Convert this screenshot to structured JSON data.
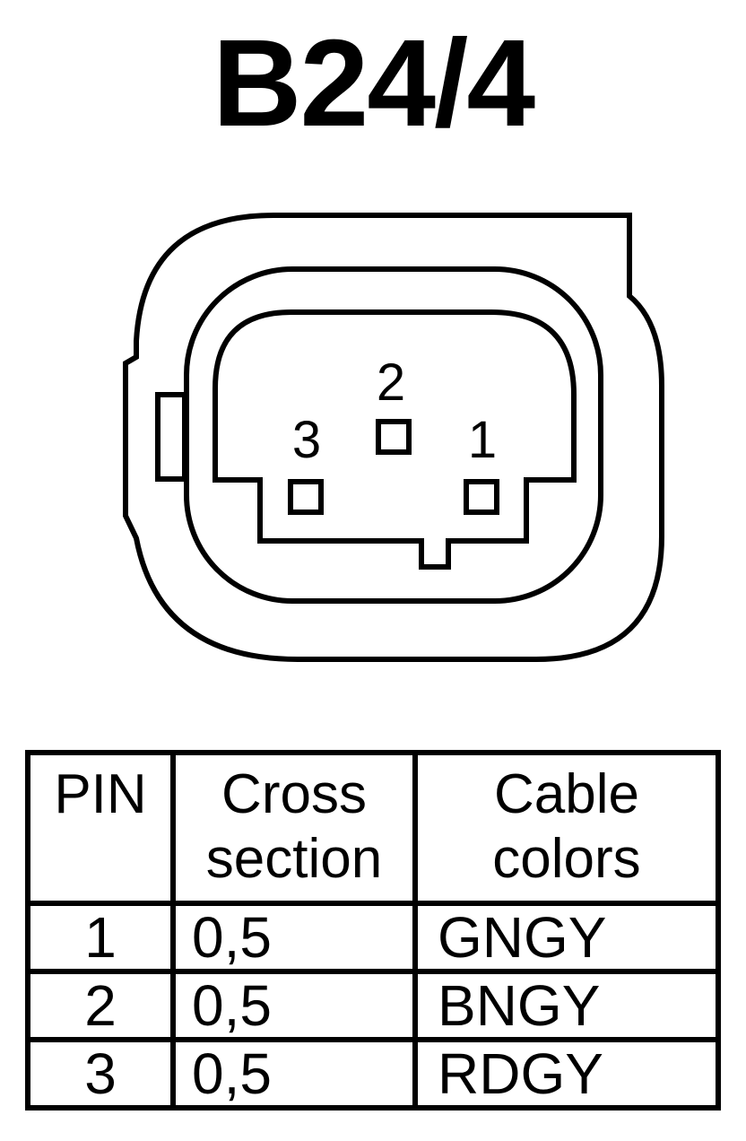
{
  "title": "B24/4",
  "connector": {
    "pins": [
      {
        "label": "1"
      },
      {
        "label": "2"
      },
      {
        "label": "3"
      }
    ]
  },
  "table": {
    "headers": {
      "pin": "PIN",
      "cross_line1": "Cross",
      "cross_line2": "section",
      "cable_line1": "Cable",
      "cable_line2": "colors"
    },
    "rows": [
      {
        "pin": "1",
        "cross_section": "0,5",
        "cable_color": "GNGY"
      },
      {
        "pin": "2",
        "cross_section": "0,5",
        "cable_color": "BNGY"
      },
      {
        "pin": "3",
        "cross_section": "0,5",
        "cable_color": "RDGY"
      }
    ]
  }
}
